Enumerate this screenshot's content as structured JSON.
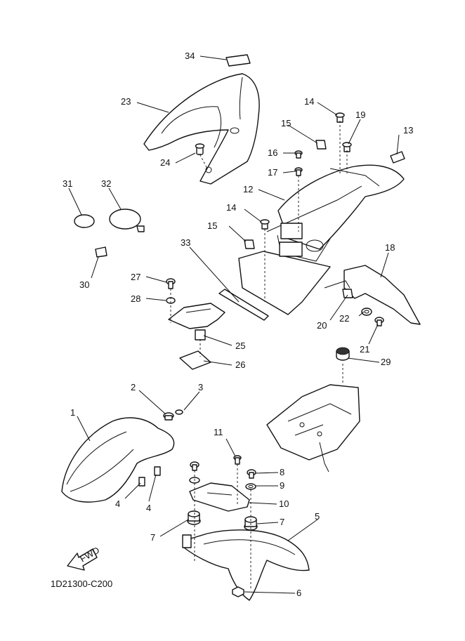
{
  "diagram": {
    "code": "1D21300-C200",
    "fwd_label": "FWD",
    "callouts": [
      "1",
      "2",
      "3",
      "4",
      "4",
      "5",
      "6",
      "7",
      "7",
      "8",
      "9",
      "10",
      "11",
      "12",
      "13",
      "14",
      "14",
      "15",
      "15",
      "16",
      "17",
      "18",
      "19",
      "20",
      "21",
      "22",
      "23",
      "24",
      "25",
      "26",
      "27",
      "28",
      "29",
      "30",
      "31",
      "32",
      "33",
      "34"
    ]
  }
}
